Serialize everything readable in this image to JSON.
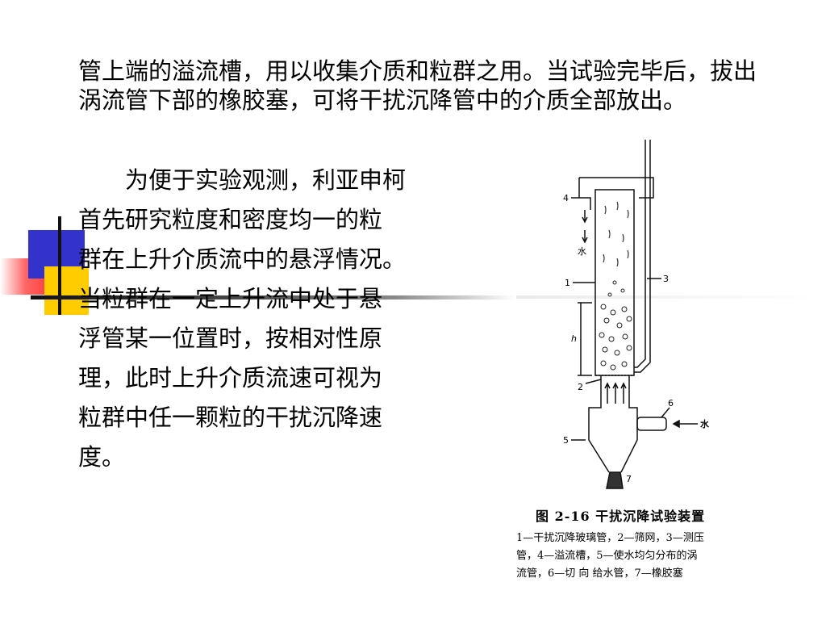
{
  "paragraph1": "管上端的溢流槽，用以收集介质和粒群之用。当试验完毕后，拔出涡流管下部的橡胶塞，可将干扰沉降管中的介质全部放出。",
  "paragraph2_lines": [
    "为便于实验观测，利亚申柯",
    "首先研究粒度和密度均一的粒",
    "群在上升介质流中的悬浮情况。",
    "当粒群在一定上升流中处于悬",
    "浮管某一位置时，按相对性原",
    "理，此时上升介质流速可视为",
    "粒群中任一颗粒的干扰沉降速",
    "度。"
  ],
  "figure": {
    "labels": {
      "n1": "1",
      "n2": "2",
      "n3": "3",
      "n4": "4",
      "n5": "5",
      "n6": "6",
      "n7": "7",
      "h": "h",
      "water_top": "水",
      "water_side": "水"
    },
    "caption_title": "图 2-16  干扰沉降试验装置",
    "caption_legend": [
      "1—干扰沉降玻璃管，2—筛网，3—测压",
      "管，4—溢流槽，5—使水均匀分布的涡",
      "流管，6—切 向 给水管，7—橡胶塞"
    ]
  },
  "colors": {
    "blue": "#3333cc",
    "yellow": "#ffcc00",
    "red": "#ff3333"
  }
}
